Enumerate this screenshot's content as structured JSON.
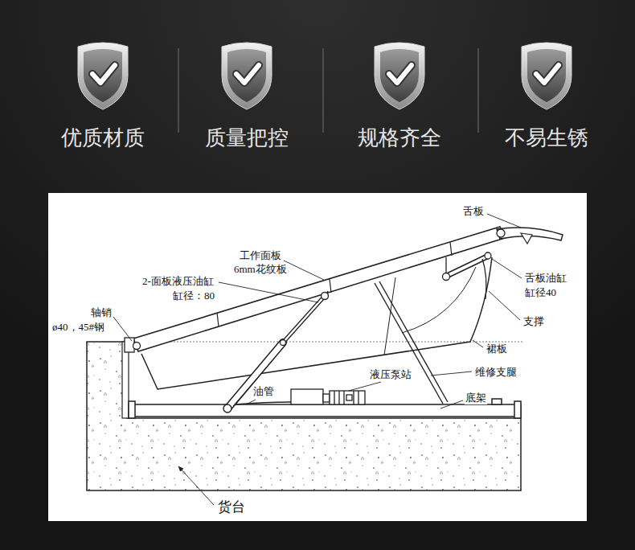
{
  "diagram": {
    "labels": [
      "优质材质",
      "质量把控",
      "规格齐全",
      "不易生锈",
      "舌板",
      "工作面板",
      "6mm花纹板",
      "2-面板液压油缸",
      "缸径：80",
      "轴销",
      "ø40，45#钢",
      "舌板油缸",
      "缸径40",
      "支撑",
      "裙板",
      "维修支腿",
      "液压泵站",
      "油管",
      "底架",
      "货台"
    ]
  }
}
